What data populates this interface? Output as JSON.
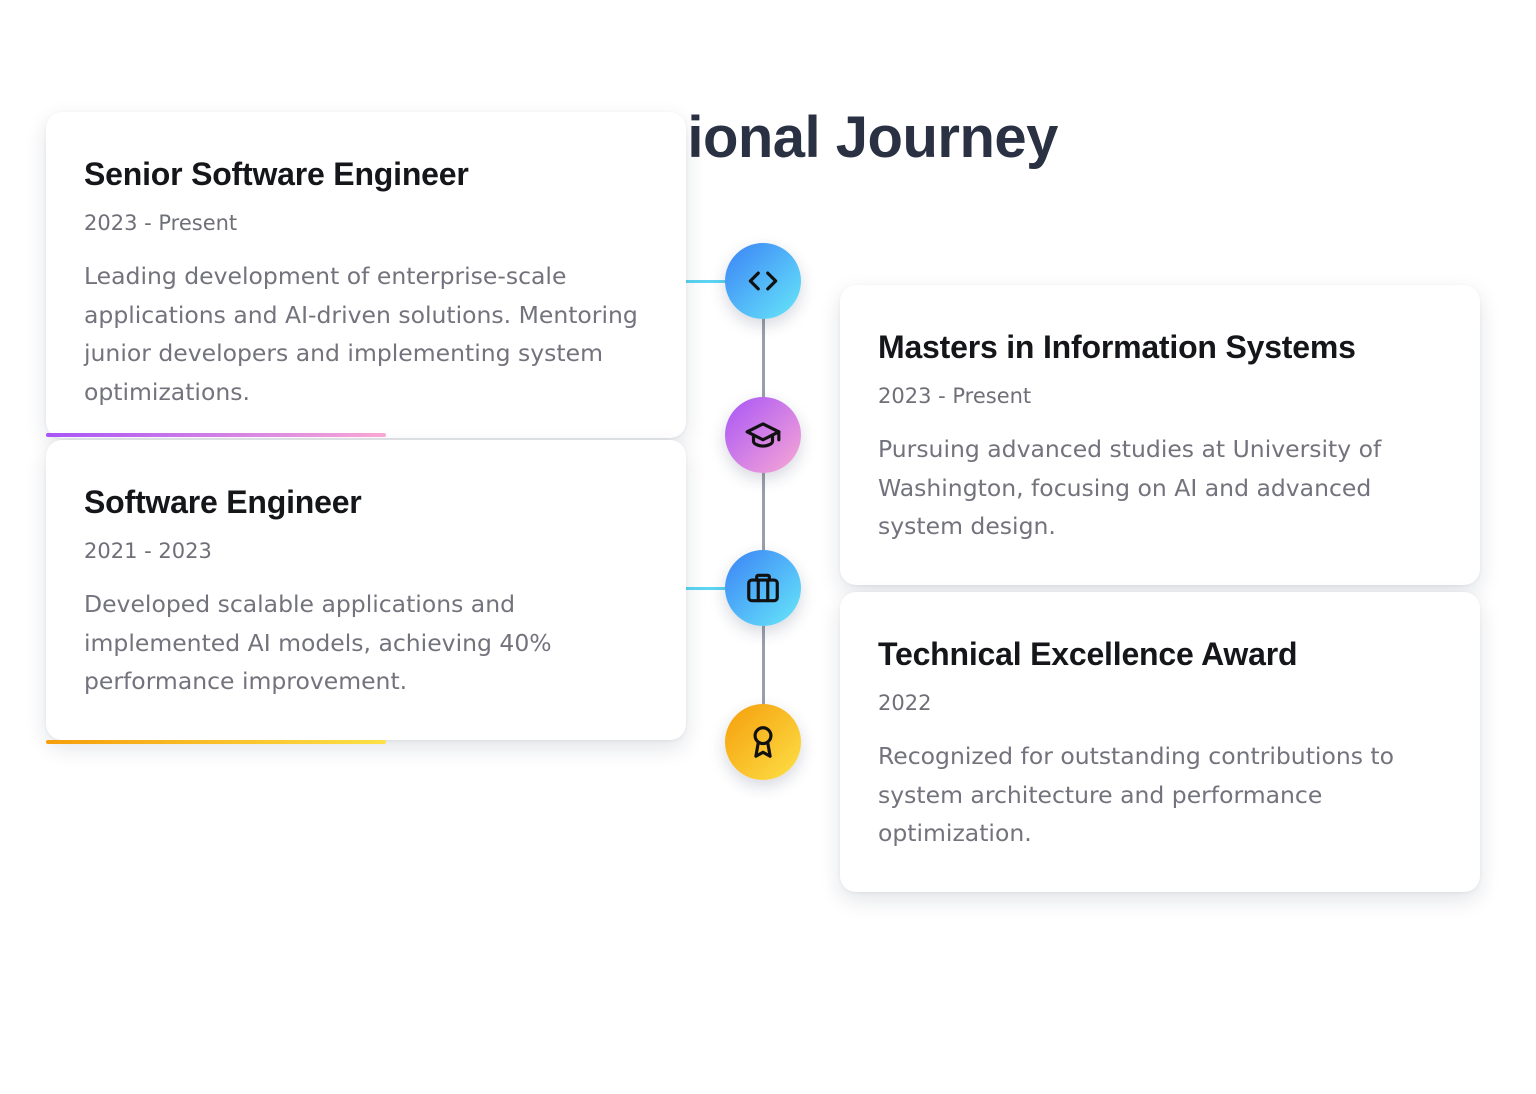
{
  "page": {
    "title": "Professional Journey"
  },
  "timeline": [
    {
      "title": "Senior Software Engineer",
      "date": "2023 - Present",
      "description": "Leading development of enterprise-scale applications and AI-driven solutions. Mentoring junior developers and implementing system optimizations.",
      "icon": "code-icon",
      "side": "left",
      "accent": [
        "#a855f7",
        "#f9a8d4"
      ]
    },
    {
      "title": "Masters in Information Systems",
      "date": "2023 - Present",
      "description": "Pursuing advanced studies at University of Washington, focusing on AI and advanced system design.",
      "icon": "graduation-cap-icon",
      "side": "right",
      "accent": [
        "#a855f7",
        "#f9a8d4"
      ]
    },
    {
      "title": "Software Engineer",
      "date": "2021 - 2023",
      "description": "Developed scalable applications and implemented AI models, achieving 40% performance improvement.",
      "icon": "briefcase-icon",
      "side": "left",
      "accent": [
        "#f59e0b",
        "#fde047"
      ]
    },
    {
      "title": "Technical Excellence Award",
      "date": "2022",
      "description": "Recognized for outstanding contributions to system architecture and performance optimization.",
      "icon": "award-icon",
      "side": "right",
      "accent": [
        "#f59e0b",
        "#fde047"
      ]
    }
  ],
  "colors": {
    "blue_node": [
      "#3b82f6",
      "#67e8f9"
    ],
    "purple_node": [
      "#a855f7",
      "#f9a8d4"
    ],
    "yellow_node": [
      "#f59e0b",
      "#fde047"
    ],
    "connector": "#5cd4f2",
    "axis_line": "#9aa0aa"
  }
}
